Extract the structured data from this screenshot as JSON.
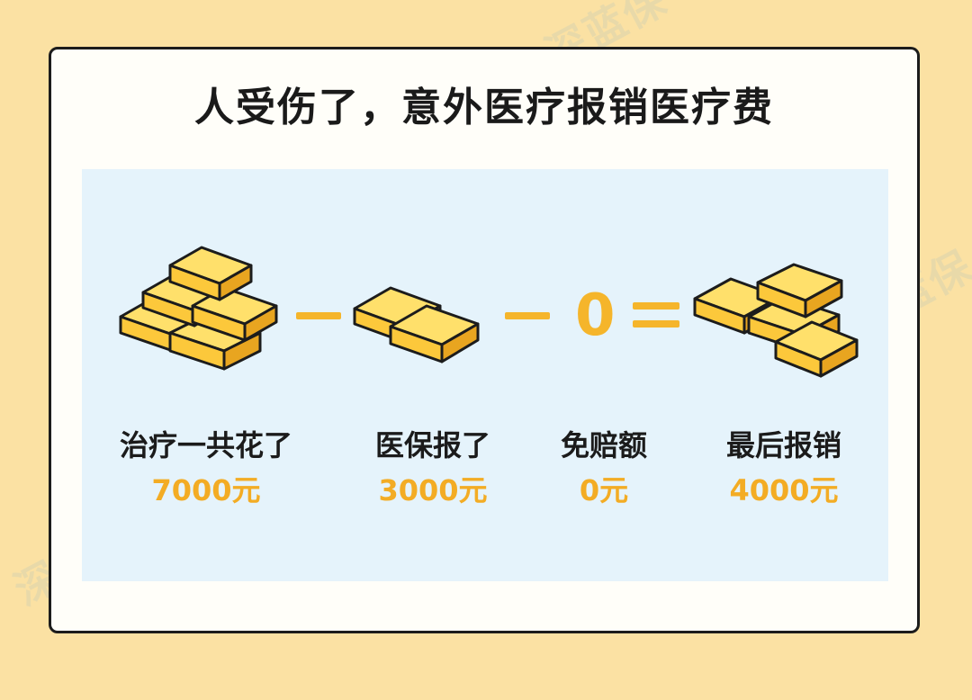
{
  "watermark": "深蓝保",
  "title": "人受伤了，意外医疗报销医疗费",
  "colors": {
    "background": "#fbe1a3",
    "panel": "#e5f3fb",
    "accent": "#f5b52b",
    "gold_front": "#fcc83b",
    "gold_top": "#ffe06b",
    "outline": "#1c1c1c"
  },
  "operators": {
    "minus": "−",
    "zero": "0",
    "equals": "="
  },
  "items": [
    {
      "label": "治疗一共花了",
      "amount": "7000元",
      "icon": "gold-bars-pile-icon"
    },
    {
      "label": "医保报了",
      "amount": "3000元",
      "icon": "gold-bars-pair-icon"
    },
    {
      "label": "免赔额",
      "amount": "0元",
      "icon": "zero-sign"
    },
    {
      "label": "最后报销",
      "amount": "4000元",
      "icon": "gold-bars-stack-icon"
    }
  ]
}
